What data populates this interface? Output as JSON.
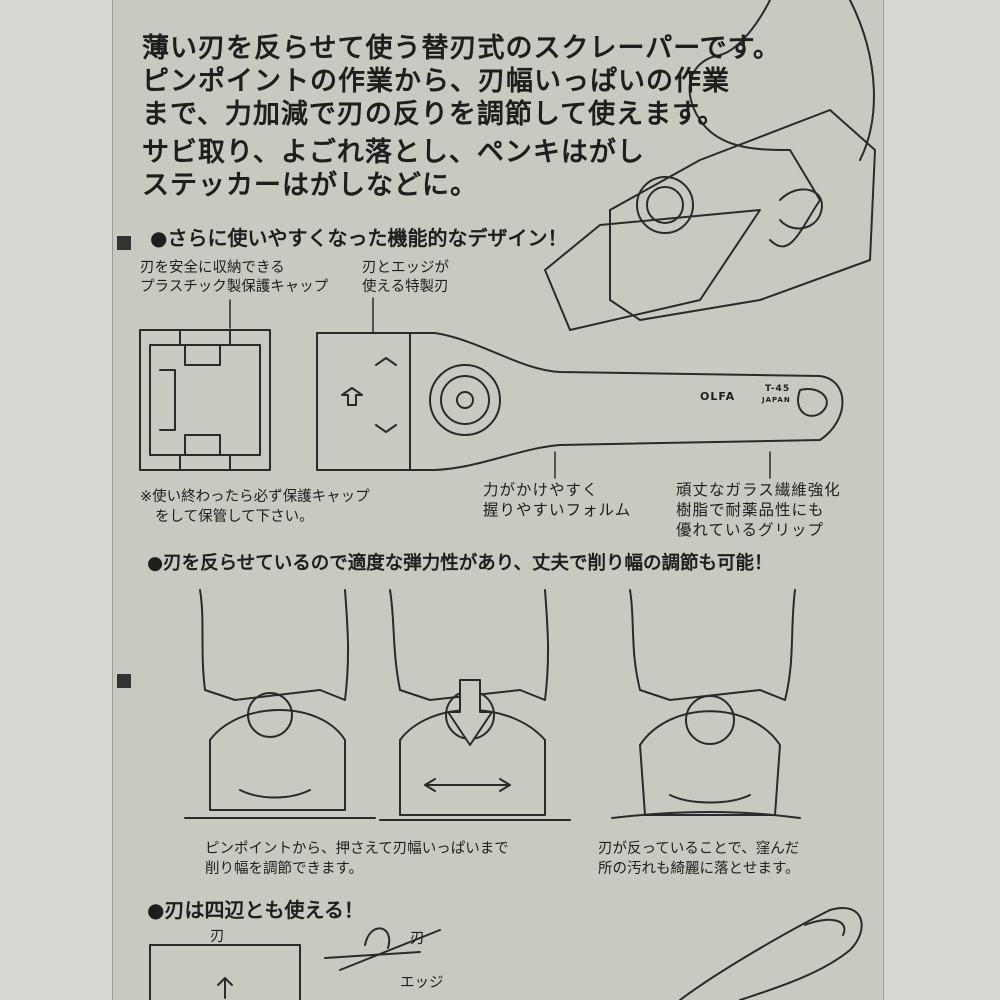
{
  "intro": {
    "line1": "薄い刃を反らせて使う替刃式のスクレーパーです。",
    "line2": "ピンポイントの作業から、刃幅いっぱいの作業",
    "line3": "まで、力加減で刃の反りを調節して使えます。",
    "line4": "サビ取り、よごれ落とし、ペンキはがし",
    "line5": "ステッカーはがしなどに。"
  },
  "design": {
    "heading": "●さらに使いやすくなった機能的なデザイン！",
    "cap_label_1": "刃を安全に収納できる",
    "cap_label_2": "プラスチック製保護キャップ",
    "blade_label_1": "刃とエッジが",
    "blade_label_2": "使える特製刃",
    "note_1": "※使い終わったら必ず保護キャップ",
    "note_2": "をして保管して下さい。",
    "form_label_1": "力がかけやすく",
    "form_label_2": "握りやすいフォルム",
    "grip_label_1": "頑丈なガラス繊維強化",
    "grip_label_2": "樹脂で耐薬品性にも",
    "grip_label_3": "優れているグリップ",
    "brand": "OLFA",
    "model": "T-45",
    "origin": "JAPAN"
  },
  "flex": {
    "heading": "●刃を反らせているので適度な弾力性があり、丈夫で削り幅の調節も可能！",
    "caption_left_1": "ピンポイントから、押さえて刃幅いっぱいまで",
    "caption_left_2": "削り幅を調節できます。",
    "caption_right_1": "刃が反っていることで、窪んだ",
    "caption_right_2": "所の汚れも綺麗に落とせます。"
  },
  "edges": {
    "heading": "●刃は四辺とも使える！",
    "blade_label": "刃",
    "edge_label": "エッジ"
  }
}
